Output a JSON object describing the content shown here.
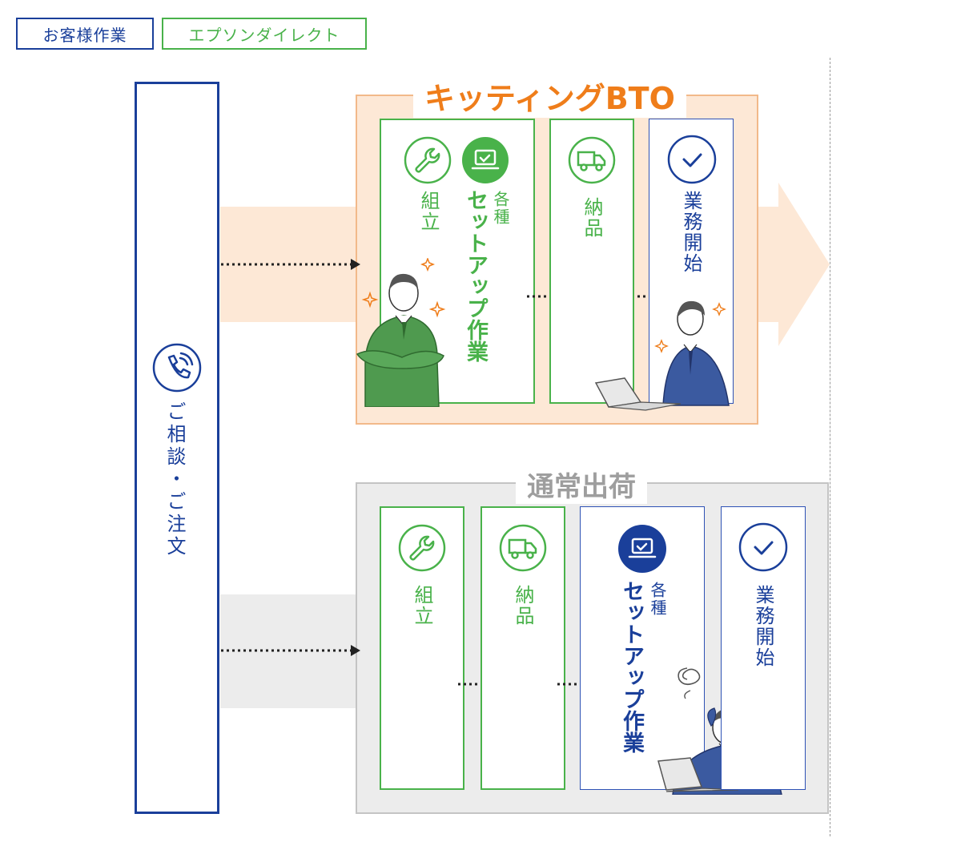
{
  "legend": {
    "customer_work": "お客様作業",
    "epson_direct": "エプソンダイレクト"
  },
  "sidebar": {
    "label": "ご相談・ご注文",
    "icon": "phone-icon"
  },
  "kitting": {
    "title": "キッティングBTO",
    "assembly_label": "組立",
    "setup_small": "各種",
    "setup_main": "セットアップ作業",
    "delivery_label": "納品",
    "start_label": "業務開始"
  },
  "normal": {
    "title": "通常出荷",
    "assembly_label": "組立",
    "delivery_label": "納品",
    "setup_small": "各種",
    "setup_main": "セットアップ作業",
    "start_label": "業務開始"
  },
  "colors": {
    "customer_blue": "#1a3f9a",
    "epson_green": "#49b24a",
    "kitting_orange": "#ef7d1a",
    "kitting_bg": "#fde8d6",
    "normal_gray": "#9e9e9e",
    "normal_bg": "#ececec"
  }
}
